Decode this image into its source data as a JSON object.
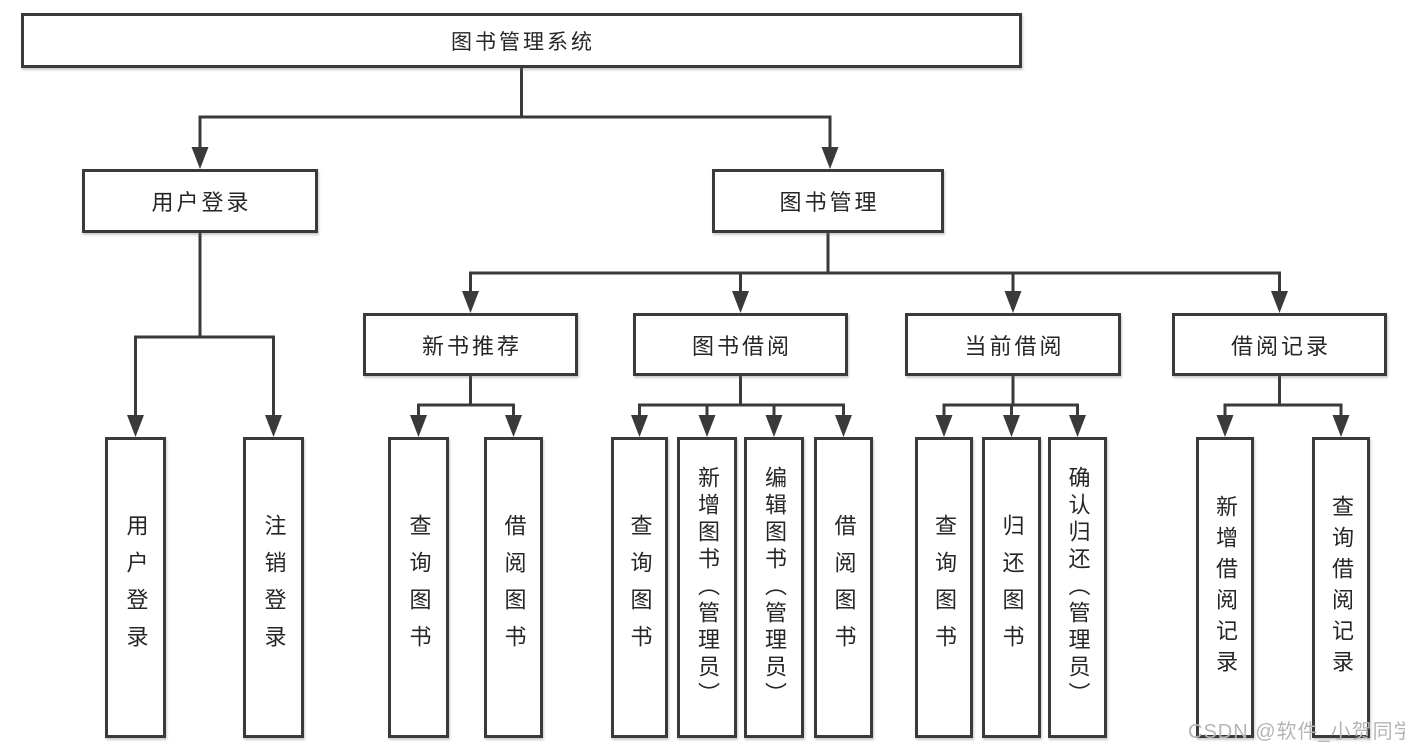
{
  "tree": {
    "label": "图书管理系统",
    "children": [
      {
        "label": "用户登录",
        "children": [
          {
            "label": "用户登录"
          },
          {
            "label": "注销登录"
          }
        ]
      },
      {
        "label": "图书管理",
        "children": [
          {
            "label": "新书推荐",
            "children": [
              {
                "label": "查询图书"
              },
              {
                "label": "借阅图书"
              }
            ]
          },
          {
            "label": "图书借阅",
            "children": [
              {
                "label": "查询图书"
              },
              {
                "label": "新增图书（管理员）"
              },
              {
                "label": "编辑图书（管理员）"
              },
              {
                "label": "借阅图书"
              }
            ]
          },
          {
            "label": "当前借阅",
            "children": [
              {
                "label": "查询图书"
              },
              {
                "label": "归还图书"
              },
              {
                "label": "确认归还（管理员）"
              }
            ]
          },
          {
            "label": "借阅记录",
            "children": [
              {
                "label": "新增借阅记录"
              },
              {
                "label": "查询借阅记录"
              }
            ]
          }
        ]
      }
    ]
  },
  "watermark": {
    "text": "CSDN @软件_小贺同学"
  },
  "colors": {
    "line": "#3a3a3a",
    "text": "#262626",
    "watermark": "#b5b5b5",
    "background": "#ffffff"
  }
}
